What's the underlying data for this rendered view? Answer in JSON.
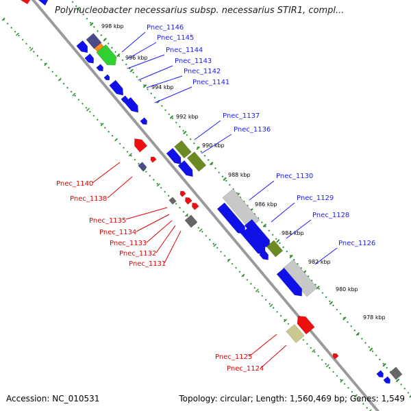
{
  "title": "Polynucleobacter necessarius subsp. necessarius STIR1, compl...",
  "footer": {
    "accession": "Accession: NC_010531",
    "topology": "Topology: circular; Length: 1,560,469 bp; Genes: 1,549"
  },
  "colors": {
    "background": "#ffffff",
    "backbone": "#9a9a9a",
    "tick_outer": "#2f8f2f",
    "tick_inner": "#2f8f2f",
    "forward_label": "#1a1aff",
    "reverse_label": "#e00000",
    "blue_gene": "#1010e8",
    "red_gene": "#ee1010",
    "green_gene": "#6b8a22",
    "grey_gene": "#c8c8c8",
    "dark_grey_gene": "#666666",
    "slate_gene": "#4a4a8a",
    "orange_gene": "#ff8c1a",
    "bright_green_gene": "#30d030",
    "khaki_gene": "#c8c890"
  },
  "kbp_labels": [
    "998 kbp",
    "996 kbp",
    "994 kbp",
    "992 kbp",
    "990 kbp",
    "988 kbp",
    "986 kbp",
    "984 kbp",
    "982 kbp",
    "980 kbp",
    "978 kbp"
  ],
  "forward_labels": [
    "Pnec_1146",
    "Pnec_1145",
    "Pnec_1144",
    "Pnec_1143",
    "Pnec_1142",
    "Pnec_1141",
    "Pnec_1137",
    "Pnec_1136",
    "Pnec_1130",
    "Pnec_1129",
    "Pnec_1128",
    "Pnec_1126"
  ],
  "reverse_labels": [
    "Pnec_1140",
    "Pnec_1138",
    "Pnec_1135",
    "Pnec_1134",
    "Pnec_1133",
    "Pnec_1132",
    "Pnec_1131",
    "Pnec_1125",
    "Pnec_1124"
  ]
}
